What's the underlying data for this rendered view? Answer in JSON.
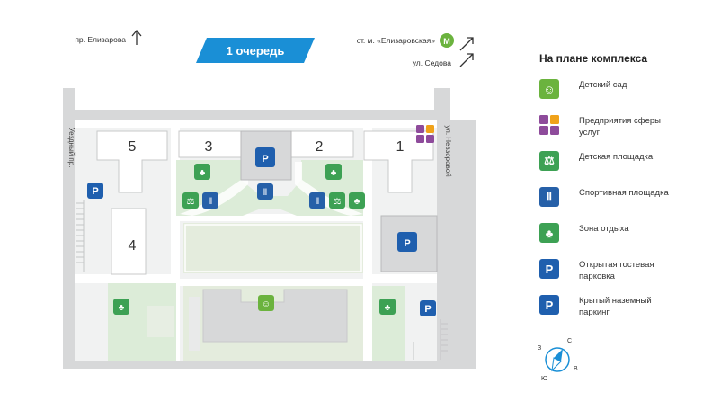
{
  "top": {
    "street_elizarova": "пр. Елизарова",
    "banner": "1 очередь",
    "metro": "ст. м. «Елизаровская»",
    "metro_symbol": "М",
    "sedova": "ул. Седова"
  },
  "streets": {
    "uezdny": "Уездный пр.",
    "nevzorovoy": "ул. Невзоровой"
  },
  "buildings": [
    "1",
    "2",
    "3",
    "4",
    "5"
  ],
  "legend": {
    "title": "На плане комплекса",
    "items": [
      {
        "label": "Детский сад",
        "icon": "kindergarten-icon",
        "color": "#6bb33e"
      },
      {
        "label": "Предприятия сферы услуг",
        "icon": "services-icon",
        "color": "#8e4b9b"
      },
      {
        "label": "Детская площадка",
        "icon": "playground-icon",
        "color": "#3da154"
      },
      {
        "label": "Спортивная площадка",
        "icon": "sports-icon",
        "color": "#2660a8"
      },
      {
        "label": "Зона отдыха",
        "icon": "recreation-icon",
        "color": "#3da154"
      },
      {
        "label": "Открытая гостевая парковка",
        "icon": "open-parking-icon",
        "color": "#1f5fae"
      },
      {
        "label": "Крытый наземный паркинг",
        "icon": "covered-parking-icon",
        "color": "#1f5fae"
      }
    ]
  },
  "compass": {
    "n": "С",
    "s": "Ю",
    "w": "З",
    "e": "В"
  },
  "colors": {
    "accent": "#1a8fd6",
    "green": "#3da154",
    "blue": "#1f5fae",
    "road": "#d9dadb",
    "lawn": "#dfeedd"
  }
}
